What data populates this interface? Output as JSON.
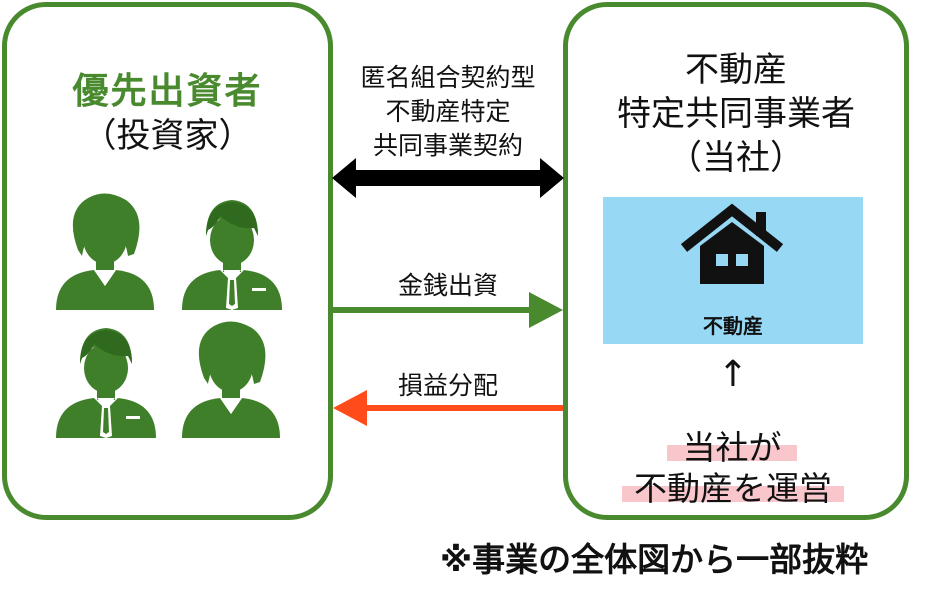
{
  "colors": {
    "green": "#4a8a2f",
    "black": "#000000",
    "red": "#ff4c1a",
    "property_bg": "#97d9f5",
    "highlight": "#f9c6cc"
  },
  "left": {
    "title": "優先出資者",
    "subtitle": "（投資家）",
    "icons": [
      "female-investor-icon",
      "male-investor-icon",
      "male-investor-icon",
      "female-investor-icon"
    ]
  },
  "right": {
    "title_line1": "不動産",
    "title_line2": "特定共同事業者",
    "title_line3": "（当社）",
    "property_label": "不動産",
    "up_arrow": "↑",
    "note_line1": "当社が",
    "note_line2": "不動産を運営"
  },
  "contract": {
    "line1": "匿名組合契約型",
    "line2": "不動産特定",
    "line3": "共同事業契約"
  },
  "investment_label": "金銭出資",
  "distribution_label": "損益分配",
  "footnote": "※事業の全体図から一部抜粋"
}
